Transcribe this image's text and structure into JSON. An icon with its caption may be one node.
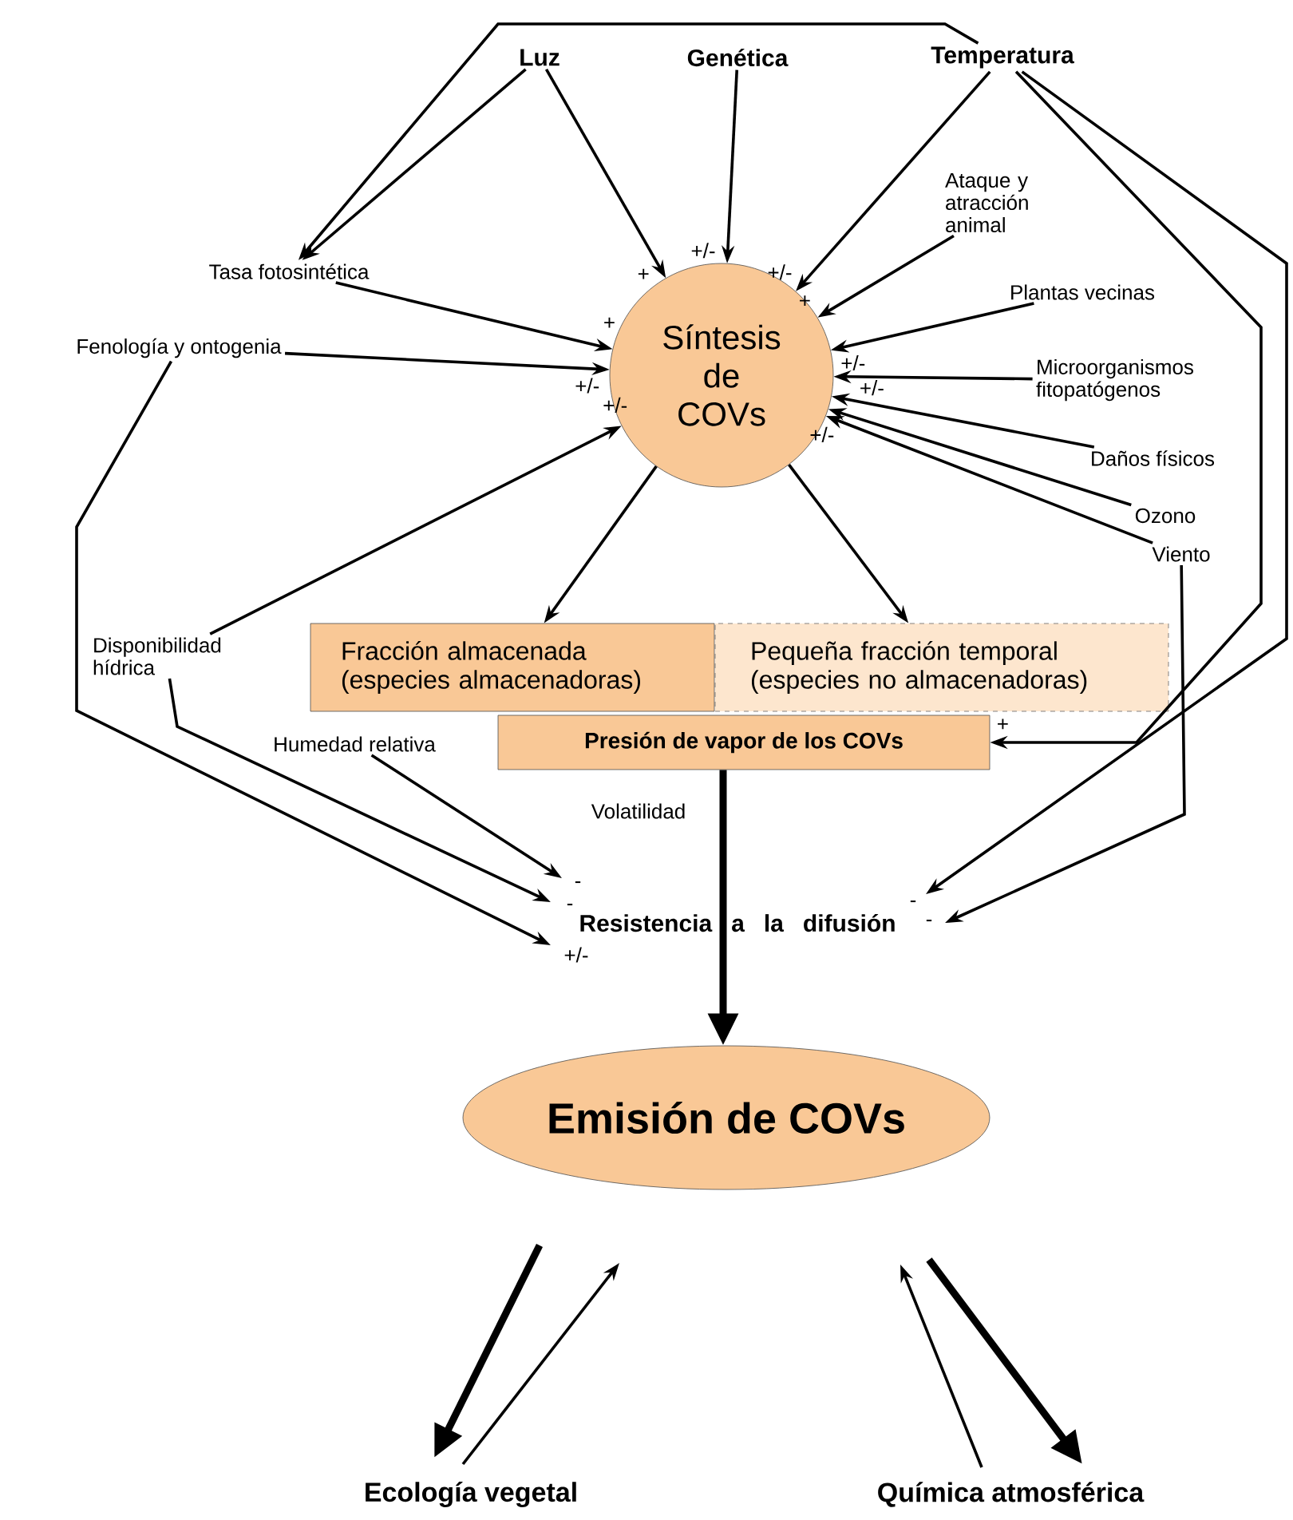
{
  "diagram": {
    "nodes": [
      {
        "text": [
          "Luz"
        ]
      },
      {
        "text": [
          "Genética"
        ]
      },
      {
        "text": [
          "Temperatura"
        ]
      },
      {
        "text": [
          "Tasa fotosintética"
        ]
      },
      {
        "text": [
          "Ataque y atracción animal"
        ]
      },
      {
        "text": [
          "Síntesis de COVs"
        ]
      },
      {
        "text": [
          "Plantas vecinas"
        ]
      },
      {
        "text": [
          "Fenología y ontogenia"
        ]
      },
      {
        "text": [
          "Microorganismos fitopatógenos"
        ]
      },
      {
        "text": [
          "Daños físicos"
        ]
      },
      {
        "text": [
          "Ozono"
        ]
      },
      {
        "text": [
          "Viento"
        ]
      },
      {
        "text": [
          "Disponibilidad hídrica"
        ]
      },
      {
        "text": [
          "Fracción almacenada (especies almacenadoras)"
        ]
      },
      {
        "text": [
          "Pequeña fracción temporal (especies no almacenadoras)"
        ]
      },
      {
        "text": [
          "Humedad relativa"
        ]
      },
      {
        "text": [
          "Presión de vapor de los COVs"
        ]
      },
      {
        "text": [
          "Resistencia a la difusión"
        ]
      },
      {
        "text": [
          "Emisión de COVs"
        ]
      },
      {
        "text": [
          "Ecología vegetal"
        ]
      },
      {
        "text": [
          "Química atmosférica"
        ]
      }
    ],
    "edges": [
      {
        "from": 2,
        "to": 3,
        "arrow": "to"
      },
      {
        "from": 0,
        "to": 3,
        "arrow": "to"
      },
      {
        "from": 0,
        "to": 5,
        "arrow": "to",
        "label": "+"
      },
      {
        "from": 1,
        "to": 5,
        "arrow": "to",
        "label": "+/-"
      },
      {
        "from": 2,
        "to": 5,
        "arrow": "to",
        "label": "+/-"
      },
      {
        "from": 4,
        "to": 5,
        "arrow": "to",
        "label": "+"
      },
      {
        "from": 3,
        "to": 5,
        "arrow": "to",
        "label": "+"
      },
      {
        "from": 7,
        "to": 5,
        "arrow": "to",
        "label": "+/-"
      },
      {
        "from": 6,
        "to": 5,
        "arrow": "to",
        "label": "+/-"
      },
      {
        "from": 8,
        "to": 5,
        "arrow": "to",
        "label": "+/-"
      },
      {
        "from": 9,
        "to": 5,
        "arrow": "to"
      },
      {
        "from": 10,
        "to": 5,
        "arrow": "to",
        "label": "+/-"
      },
      {
        "from": 11,
        "to": 5,
        "arrow": "to"
      },
      {
        "from": 12,
        "to": 5,
        "arrow": "to",
        "label": "+/-"
      },
      {
        "from": 5,
        "to": 13,
        "arrow": "to"
      },
      {
        "from": 5,
        "to": 14,
        "arrow": "to"
      },
      {
        "from": 2,
        "to": 16,
        "arrow": "to",
        "label": "+"
      },
      {
        "from": 15,
        "to": 17,
        "arrow": "to",
        "label": "-"
      },
      {
        "from": 12,
        "to": 17,
        "arrow": "to",
        "label": "-"
      },
      {
        "from": 7,
        "to": 17,
        "arrow": "to",
        "label": "+/-"
      },
      {
        "from": 2,
        "to": 17,
        "arrow": "to",
        "label": "-"
      },
      {
        "from": 11,
        "to": 17,
        "arrow": "to",
        "label": "-"
      },
      {
        "from": 16,
        "to": 18,
        "arrow": "to",
        "label": "Volatilidad",
        "style": "thick"
      },
      {
        "from": 18,
        "to": 19,
        "arrow": "to",
        "style": "thick"
      },
      {
        "from": 19,
        "to": 18,
        "arrow": "to"
      },
      {
        "from": 20,
        "to": 18,
        "arrow": "to"
      },
      {
        "from": 18,
        "to": 20,
        "arrow": "to",
        "style": "thick"
      }
    ]
  }
}
